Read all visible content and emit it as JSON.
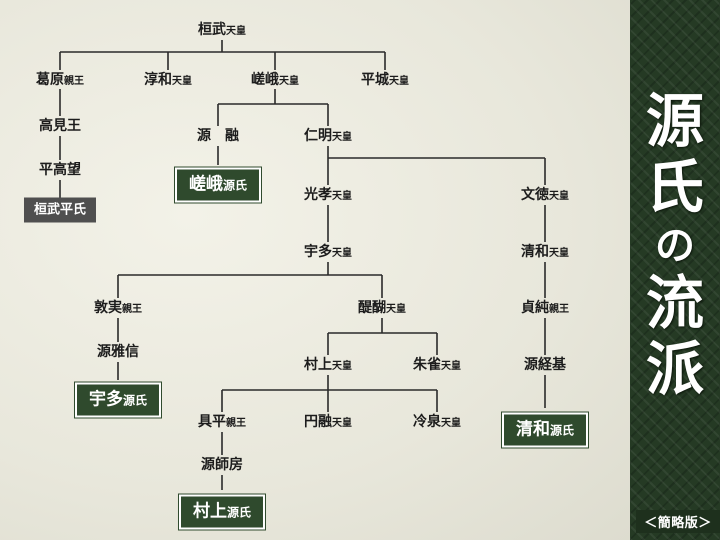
{
  "tree": {
    "kanmu": {
      "name": "桓武",
      "title": "天皇"
    },
    "kuzuhara": {
      "name": "葛原",
      "title": "親王"
    },
    "junna": {
      "name": "淳和",
      "title": "天皇"
    },
    "saga": {
      "name": "嵯峨",
      "title": "天皇"
    },
    "heizei": {
      "name": "平城",
      "title": "天皇"
    },
    "takami": {
      "name": "高見王",
      "title": ""
    },
    "takamochi": {
      "name": "平高望",
      "title": ""
    },
    "toru": {
      "name": "源　融",
      "title": ""
    },
    "ninmyo": {
      "name": "仁明",
      "title": "天皇"
    },
    "koko": {
      "name": "光孝",
      "title": "天皇"
    },
    "montoku": {
      "name": "文徳",
      "title": "天皇"
    },
    "uda": {
      "name": "宇多",
      "title": "天皇"
    },
    "seiwa": {
      "name": "清和",
      "title": "天皇"
    },
    "atsuzane": {
      "name": "敦実",
      "title": "親王"
    },
    "daigo": {
      "name": "醍醐",
      "title": "天皇"
    },
    "sadazumi": {
      "name": "貞純",
      "title": "親王"
    },
    "masanobu": {
      "name": "源雅信",
      "title": ""
    },
    "murakami": {
      "name": "村上",
      "title": "天皇"
    },
    "suzaku": {
      "name": "朱雀",
      "title": "天皇"
    },
    "tsunemoto": {
      "name": "源経基",
      "title": ""
    },
    "tomohira": {
      "name": "具平",
      "title": "親王"
    },
    "enyu": {
      "name": "円融",
      "title": "天皇"
    },
    "reizei": {
      "name": "冷泉",
      "title": "天皇"
    },
    "morofusa": {
      "name": "源師房",
      "title": ""
    }
  },
  "clans": {
    "kanmu_heishi": {
      "name": "桓武平氏",
      "suffix": ""
    },
    "saga": {
      "name": "嵯峨",
      "suffix": "源氏"
    },
    "uda": {
      "name": "宇多",
      "suffix": "源氏"
    },
    "seiwa": {
      "name": "清和",
      "suffix": "源氏"
    },
    "murakami": {
      "name": "村上",
      "suffix": "源氏"
    }
  },
  "sidebar": {
    "title_chars": [
      "源",
      "氏",
      "の",
      "流",
      "派"
    ],
    "note": "＜簡略版＞"
  },
  "colors": {
    "clan_box": "#2f4a2d",
    "clan_grey": "#4f4f4f",
    "sidebar": "#253a24",
    "line": "#2a2a2a"
  }
}
